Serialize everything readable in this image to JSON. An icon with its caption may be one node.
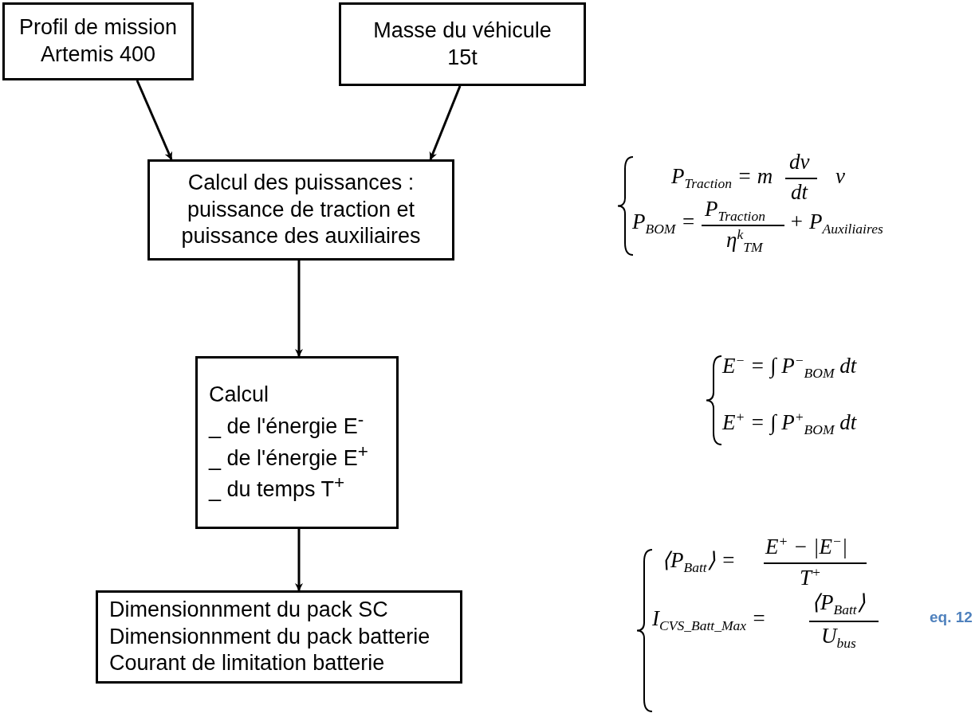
{
  "diagram": {
    "nodes": [
      {
        "text": [
          "Profil de mission Artemis 400"
        ]
      },
      {
        "text": [
          "Masse du véhicule 15t"
        ]
      },
      {
        "text": [
          "Calcul des puissances : puissance de traction et puissance des auxiliaires"
        ]
      },
      {
        "text": [
          "Calcul",
          "_ de l'énergie E$^{-}$",
          "_ de l'énergie E$^{+}$",
          "_ du temps T$^{+}$"
        ]
      },
      {
        "text": [
          "Dimensionnment du pack SC",
          "Dimensionnment du pack batterie",
          "Courant de limitation batterie"
        ]
      }
    ],
    "edges": [
      {
        "from": 0,
        "to": 2,
        "arrow": "to"
      },
      {
        "from": 1,
        "to": 2,
        "arrow": "to"
      },
      {
        "from": 2,
        "to": 3,
        "arrow": "to"
      },
      {
        "from": 3,
        "to": 4,
        "arrow": "to"
      }
    ],
    "labels": [
      "P$_{Traction}$ = m",
      "dv",
      "dt",
      "v",
      "P$_{BOM}$ =",
      "P$_{Traction}$",
      "η$^{k}$$_{TM}$",
      "+ P$_{Auxiliaires}$",
      "E$^{−}$ = ∫ P$^{−}$$_{BOM}$ dt",
      "E$^{+}$ = ∫ P$^{+}$$_{BOM}$ dt",
      "⟨P$_{Batt}$⟩ =",
      "E$^{+}$ − |E$^{−}$|",
      "T$^{+}$",
      "I$_{CVS_Batt_Max}$ =",
      "⟨P$_{Batt}$⟩",
      "U$_{bus}$",
      "eq. 12"
    ]
  }
}
